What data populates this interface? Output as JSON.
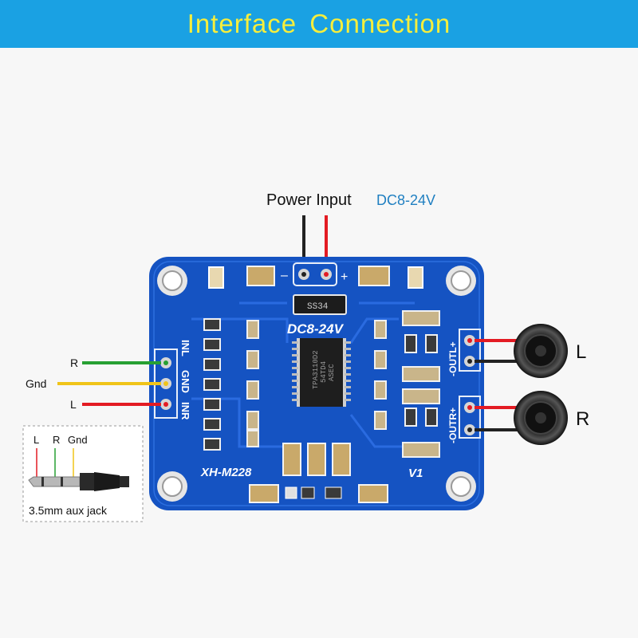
{
  "header": {
    "title": "Interface  Connection"
  },
  "power": {
    "label": "Power Input",
    "range": "DC8-24V",
    "minus": "–",
    "plus": "+"
  },
  "board": {
    "model": "XH-M228",
    "version": "V1",
    "voltage": "DC8-24V",
    "diode": "SS34",
    "chip_lines": [
      "TPA3110D2",
      "54TD4",
      "ASEC"
    ],
    "in_pins": [
      "INL",
      "GND",
      "INR"
    ],
    "out_left": "-OUTL+",
    "out_right": "-OUTR+"
  },
  "inputs": {
    "r": "R",
    "gnd": "Gnd",
    "l": "L"
  },
  "speakers": {
    "left": "L",
    "right": "R"
  },
  "jack": {
    "l": "L",
    "r": "R",
    "gnd": "Gnd",
    "caption": "3.5mm aux jack"
  },
  "colors": {
    "banner": "#1aa1e3",
    "title": "#f6ee3c",
    "pcb": "#1553c2",
    "red_wire": "#e31b23",
    "black_wire": "#222222",
    "green_wire": "#27a033",
    "yellow_wire": "#f0c419"
  }
}
